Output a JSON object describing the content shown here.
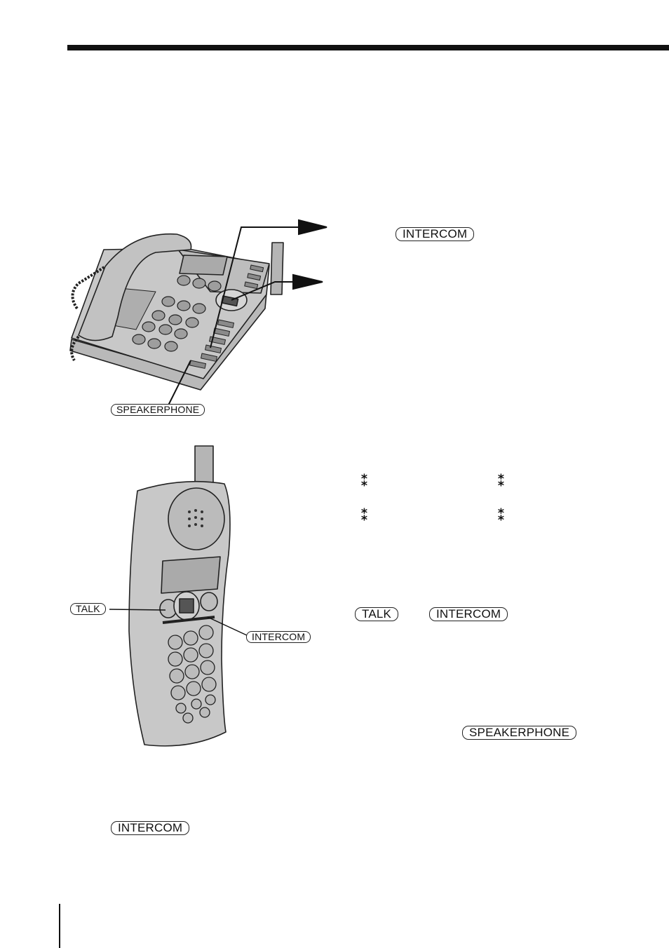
{
  "base_unit": {
    "callouts": {
      "speakerphone": "SPEAKERPHONE"
    }
  },
  "handset": {
    "callouts": {
      "talk": "TALK",
      "intercom": "INTERCOM"
    }
  },
  "text": {
    "key_intercom_1": "INTERCOM",
    "indicator_1a": "⁑",
    "indicator_1b": "⁑",
    "indicator_2a": "⁑",
    "indicator_2b": "⁑",
    "key_talk": "TALK",
    "key_intercom_2": "INTERCOM",
    "key_speakerphone": "SPEAKERPHONE",
    "key_intercom_3": "INTERCOM"
  }
}
